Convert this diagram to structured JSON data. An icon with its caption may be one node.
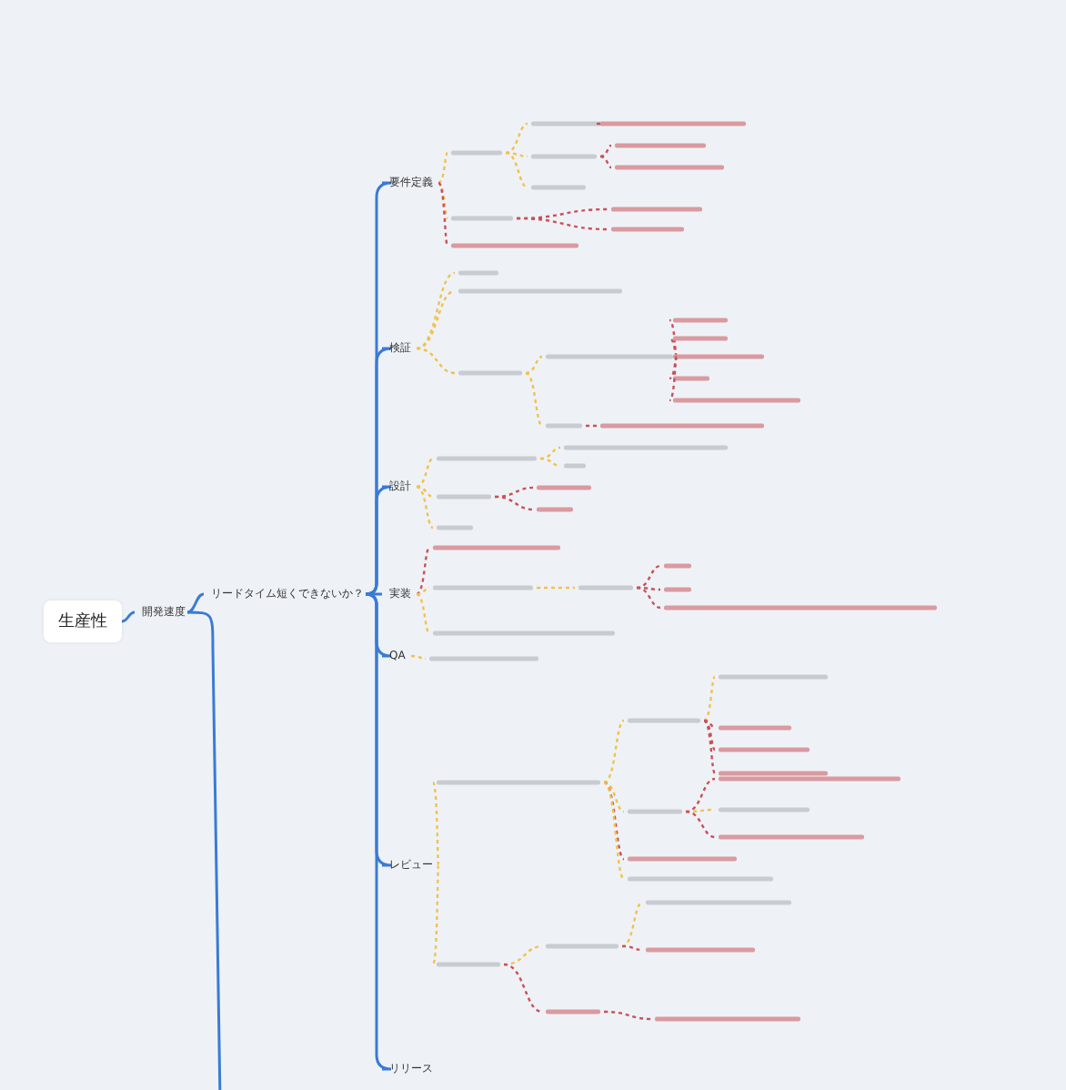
{
  "diagram": {
    "nodes": [
      {
        "text": [
          "生産性"
        ]
      },
      {
        "text": [
          "開発速度"
        ]
      },
      {
        "text": [
          "リードタイム短くできないか？"
        ]
      },
      {
        "text": [
          "要件定義"
        ]
      },
      {
        "text": [
          "検証"
        ]
      },
      {
        "text": [
          "設計"
        ]
      },
      {
        "text": [
          "実装"
        ]
      },
      {
        "text": [
          "QA"
        ]
      },
      {
        "text": [
          "レビュー"
        ]
      },
      {
        "text": [
          "リリース"
        ]
      }
    ],
    "edges": [
      {
        "from": 0,
        "to": 1,
        "arrow": "none"
      },
      {
        "from": 1,
        "to": 2,
        "arrow": "none"
      },
      {
        "from": 2,
        "to": 3,
        "arrow": "none"
      },
      {
        "from": 2,
        "to": 4,
        "arrow": "none"
      },
      {
        "from": 2,
        "to": 5,
        "arrow": "none"
      },
      {
        "from": 2,
        "to": 6,
        "arrow": "none"
      },
      {
        "from": 2,
        "to": 7,
        "arrow": "none"
      },
      {
        "from": 2,
        "to": 8,
        "arrow": "none"
      },
      {
        "from": 2,
        "to": 9,
        "arrow": "none"
      },
      {
        "from": 1,
        "to": null,
        "arrow": "none"
      }
    ]
  }
}
